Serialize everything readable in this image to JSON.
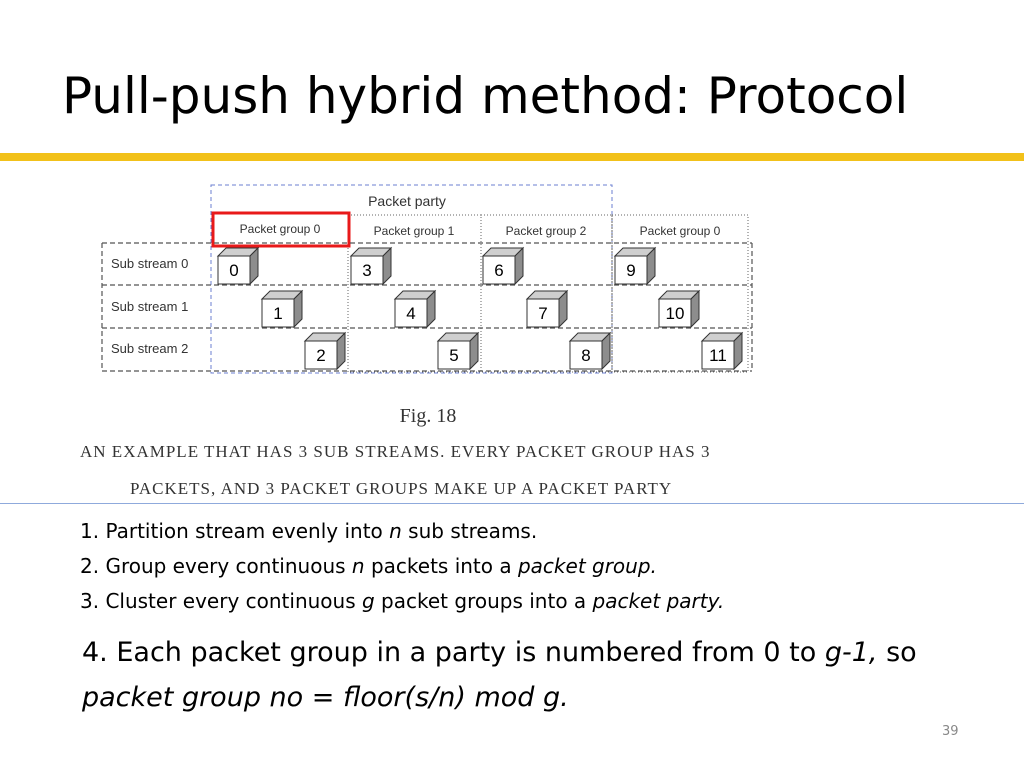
{
  "slide": {
    "title": "Pull-push hybrid method: Protocol",
    "page_number": "39",
    "accent_color": "#f2c11a"
  },
  "figure": {
    "party_label": "Packet party",
    "group_labels": [
      "Packet group 0",
      "Packet group 1",
      "Packet group 2",
      "Packet group 0"
    ],
    "highlight_color": "#e8191a",
    "stream_labels": [
      "Sub stream 0",
      "Sub stream 1",
      "Sub stream 2"
    ],
    "packets": [
      {
        "id": "0",
        "stream": 0,
        "group": 0
      },
      {
        "id": "1",
        "stream": 1,
        "group": 0
      },
      {
        "id": "2",
        "stream": 2,
        "group": 0
      },
      {
        "id": "3",
        "stream": 0,
        "group": 1
      },
      {
        "id": "4",
        "stream": 1,
        "group": 1
      },
      {
        "id": "5",
        "stream": 2,
        "group": 1
      },
      {
        "id": "6",
        "stream": 0,
        "group": 2
      },
      {
        "id": "7",
        "stream": 1,
        "group": 2
      },
      {
        "id": "8",
        "stream": 2,
        "group": 2
      },
      {
        "id": "9",
        "stream": 0,
        "group": 3
      },
      {
        "id": "10",
        "stream": 1,
        "group": 3
      },
      {
        "id": "11",
        "stream": 2,
        "group": 3
      }
    ],
    "fig_label": "Fig. 18",
    "caption_line1": "AN EXAMPLE THAT HAS 3 SUB STREAMS. EVERY PACKET GROUP HAS 3",
    "caption_line2": "PACKETS, AND 3 PACKET GROUPS MAKE UP A PACKET PARTY"
  },
  "steps": {
    "s1_a": "1. Partition stream evenly into ",
    "s1_b": "n",
    "s1_c": " sub streams.",
    "s2_a": "2. Group every continuous ",
    "s2_b": "n",
    "s2_c": " packets into a ",
    "s2_d": "packet group.",
    "s3_a": "3. Cluster every continuous ",
    "s3_b": "g",
    "s3_c": " packet groups into a ",
    "s3_d": "packet party.",
    "s4_a": "4. Each packet group in a party is numbered from 0 to ",
    "s4_b": "g-1,",
    "s4_c": " so ",
    "s4_d": "packet group no = floor(s/n) mod g."
  }
}
